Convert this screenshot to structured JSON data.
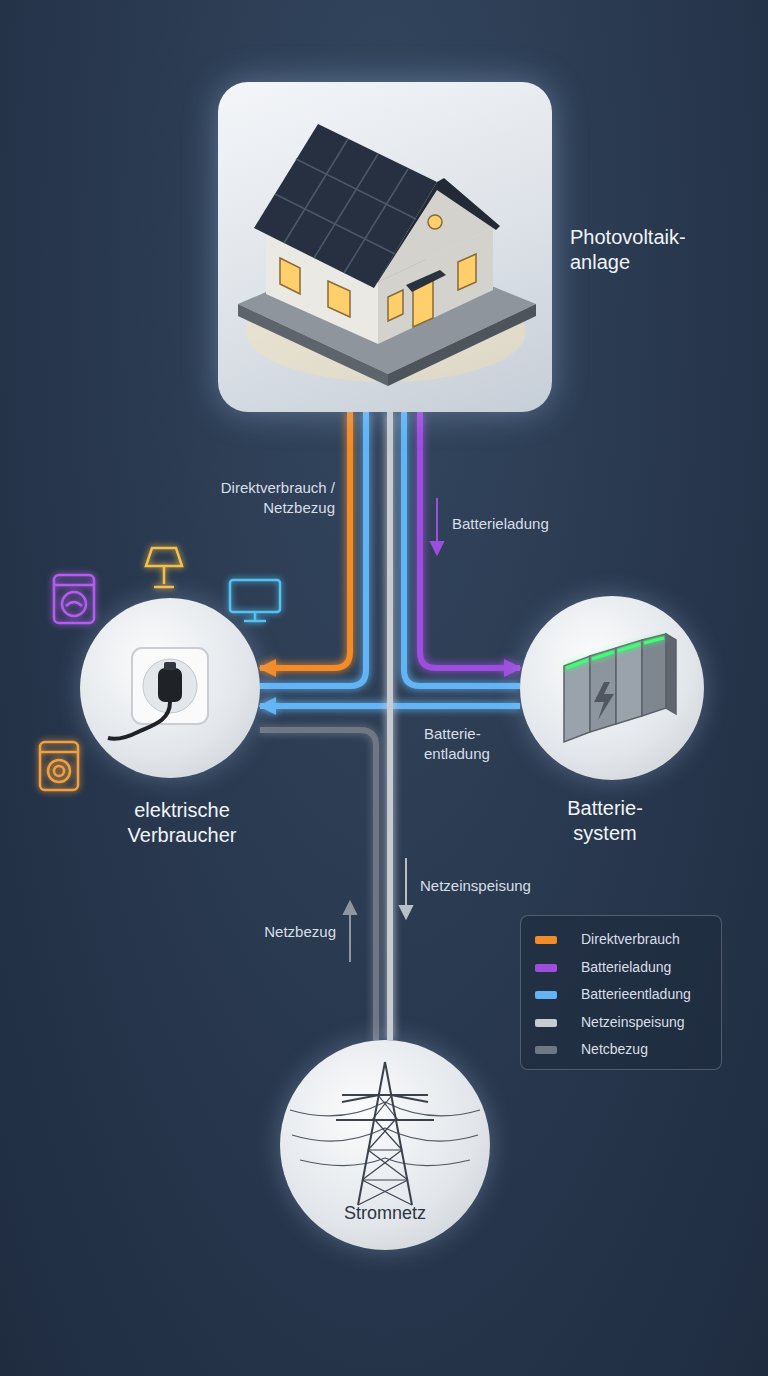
{
  "diagram": {
    "nodes": [
      {
        "text": [
          "Photovoltaik- anlage"
        ]
      },
      {
        "text": [
          "elektrische Verbraucher"
        ]
      },
      {
        "text": [
          "Batterie- system"
        ]
      },
      {
        "text": [
          "Stromnetz"
        ]
      }
    ],
    "edges": [
      {
        "from": 0,
        "to": 1,
        "arrow": "to",
        "label": "Direktverbrauch / Netzbezug"
      },
      {
        "from": 0,
        "to": 2,
        "arrow": "to",
        "label": "Batterieladung"
      },
      {
        "from": 0,
        "to": 1,
        "arrow": "none"
      },
      {
        "from": 0,
        "to": 2,
        "arrow": "none"
      },
      {
        "from": 2,
        "to": 1,
        "arrow": "to",
        "label": "Batterie- entladung"
      },
      {
        "from": 0,
        "to": 3,
        "arrow": "none",
        "label": "Netzeinspeisung"
      },
      {
        "from": 3,
        "to": 1,
        "arrow": "none",
        "label": "Netzbezug"
      }
    ],
    "legend": [
      {
        "text": "Direktverbrauch",
        "color": "#f28c28"
      },
      {
        "text": "Batterieladung",
        "color": "#9d4edd"
      },
      {
        "text": "Batterieentladung",
        "color": "#62b4f5"
      },
      {
        "text": "Netzeinspeisung",
        "color": "#c7ccd3"
      },
      {
        "text": "Netcbezug",
        "color": "#6f7784"
      }
    ]
  }
}
